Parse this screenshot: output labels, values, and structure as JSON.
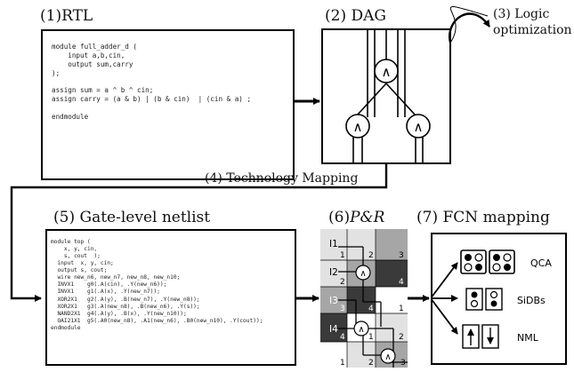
{
  "steps": {
    "rtl": "(1)RTL",
    "dag": "(2) DAG",
    "logic_opt": [
      "(3) Logic",
      "optimization"
    ],
    "tech_map": "(4) Technology Mapping",
    "netlist": "(5) Gate-level netlist",
    "pnr_prefix": "(6)",
    "pnr_italic": "P&R",
    "fcn": "(7) FCN mapping"
  },
  "rtl_code": [
    "module full_adder_d (",
    "    input a,b,cin,",
    "    output sum,carry",
    ");",
    "",
    "assign sum = a ^ b ^ cin;",
    "assign carry = (a & b) | (b & cin)  | (cin & a) ;",
    "",
    "endmodule"
  ],
  "netlist_code": [
    "module top (",
    "    x, y, cin,",
    "    s, cout  );",
    "  input  x, y, cin;",
    "  output s, cout;",
    "  wire new_n6, new_n7, new_n8, new_n10;",
    "  INVX1    g0(.A(cin), .Y(new_n6));",
    "  INVX1    g1(.A(x), .Y(new_n7));",
    "  XOR2X1   g2(.A(y), .B(new_n7), .Y(new_n8));",
    "  XOR2X1   g3(.A(new_n8), .B(new_n6), .Y(s));",
    "  NAND2X1  g4(.A(y), .B(x), .Y(new_n10));",
    "  OAI21X1  g5(.A0(new_n8), .A1(new_n6), .B0(new_n10), .Y(cout));",
    "endmodule"
  ],
  "dag": {
    "node_symbol": "∧"
  },
  "pnr": {
    "labels": [
      "I1",
      "I2",
      "I3",
      "I4"
    ],
    "gate_symbol": "∧",
    "zone_numbers": [
      "1",
      "2",
      "3",
      "2",
      "4",
      "3",
      "4",
      "1",
      "4",
      "1",
      "2",
      "1",
      "2",
      "3"
    ]
  },
  "fcn": {
    "technologies": [
      "QCA",
      "SiDBs",
      "NML"
    ]
  },
  "colors": {
    "light_gray": "#e2e2e2",
    "mid_gray": "#a6a6a6",
    "dark_gray": "#3a3a3a"
  }
}
